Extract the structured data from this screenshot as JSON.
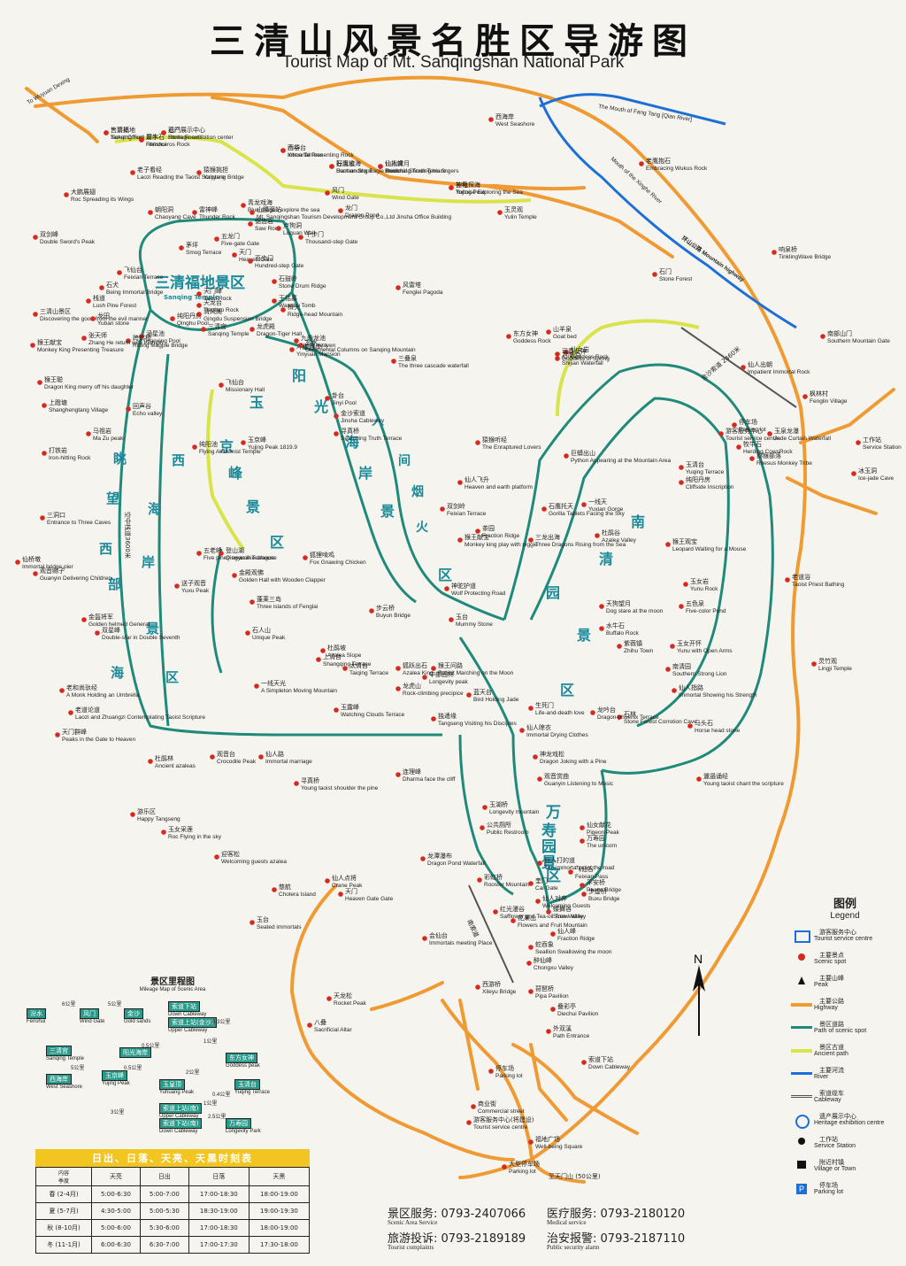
{
  "header": {
    "title_cn": "三清山风景名胜区导游图",
    "title_en": "Tourist Map of Mt. Sanqingshan National Park"
  },
  "map": {
    "areas": {
      "sanqing_blessed": "三清福地景区",
      "sanqing_blessed_sub": "Sanqing Temple",
      "yang_guang_hai_an": "阳光海岸景区",
      "yu_jing_feng": "玉京峰景区",
      "tiao_wang_xi_hai_an": "眺望西海岸景区",
      "nan_qing_yuan": "南清园景区",
      "wan_shou_yuan": "万寿园景区",
      "ren_jian_yan_huo": "人间烟火",
      "xi_hai_an": "西海岸",
      "kong_zhong_zhan_dao": "空中栈道3600米"
    },
    "highway_labels": {
      "huan_shan": "环山公路 Mountain highway",
      "to_wuyuan": "To Wuyuan Dexing",
      "to_wuyuan_cn": "向婺源、德兴",
      "zhi_tianmen": "至天门山 (50公里)",
      "fang_tang_river": "The Mouth of Fang Tang [Qian River]",
      "xinghe": "Mouth of the Xinghe River"
    },
    "spots": [
      {
        "cn": "售票处",
        "en": "Ticket Office"
      },
      {
        "cn": "汾水",
        "en": "Fenshui"
      },
      {
        "cn": "遗产展示中心",
        "en": "Heritage exhibition center"
      },
      {
        "cn": "西华台",
        "en": "Xihua Terrace"
      },
      {
        "cn": "好汉坡",
        "en": "Haohan Slope"
      },
      {
        "cn": "仙指峰",
        "en": "Immortal Showing his fingers"
      },
      {
        "cn": "神龟探海",
        "en": "Tortoise Exploring the Sea"
      },
      {
        "cn": "玉灵观",
        "en": "Yulin Temple"
      },
      {
        "cn": "老子看经",
        "en": "Laozi Reading the Taoist Scripture"
      },
      {
        "cn": "猿猴挑担",
        "en": "Yanyang Bridge"
      },
      {
        "cn": "大鹏展翅",
        "en": "Roc Spreading its Wings"
      },
      {
        "cn": "朝阳洞",
        "en": "Chaoyang Cave"
      },
      {
        "cn": "雷神峰",
        "en": "Thunder Rock"
      },
      {
        "cn": "双剑峰",
        "en": "Double Sword's Peak"
      },
      {
        "cn": "茅坪",
        "en": "Smog Terrace"
      },
      {
        "cn": "五龙门",
        "en": "Five-gate Gate"
      },
      {
        "cn": "天门",
        "en": "Heaven Gate"
      },
      {
        "cn": "飞仙台",
        "en": "Feixian Terrace"
      },
      {
        "cn": "风门",
        "en": "Wind Gate"
      },
      {
        "cn": "锯齿岩",
        "en": "Saw Rock"
      },
      {
        "cn": "卢狗洞",
        "en": "Luquan Well"
      },
      {
        "cn": "千步门",
        "en": "Thousand-step Gate"
      },
      {
        "cn": "百步门",
        "en": "Hundred-step Gate"
      },
      {
        "cn": "风雷塔",
        "en": "Fenglei Pagoda"
      },
      {
        "cn": "九曲龙池",
        "en": "Ninth Heaven"
      },
      {
        "cn": "冲虚百步门",
        "en": "Yinyuan Mansion"
      },
      {
        "cn": "龙虎殿",
        "en": "Dragon-Tiger Hall"
      },
      {
        "cn": "王祜墓",
        "en": "Wanghu Tomb"
      },
      {
        "cn": "纯阳丹房",
        "en": "Qinghu Pool"
      },
      {
        "cn": "涵星池",
        "en": "Hanxing Pool"
      },
      {
        "cn": "三清宫",
        "en": "Sanqing Temple"
      },
      {
        "cn": "猴王献宝",
        "en": "Monkey King Presenting Treasure"
      },
      {
        "cn": "跨鹤桥",
        "en": "Riding Magpie Bridge"
      },
      {
        "cn": "仙女岩",
        "en": "Goddess Rock"
      },
      {
        "cn": "猴王聪",
        "en": "Dragon King merry off his daughter"
      },
      {
        "cn": "上蹬塘",
        "en": "Shanghengtang Village"
      },
      {
        "cn": "回声谷",
        "en": "Echo valley"
      },
      {
        "cn": "马祖岩",
        "en": "Ma Zu peak"
      },
      {
        "cn": "打铁岩",
        "en": "Iron-hitting Rock"
      },
      {
        "cn": "三洞口",
        "en": "Entrance to Three Caves"
      },
      {
        "cn": "仙桥墩",
        "en": "Immortal bridge pier"
      },
      {
        "cn": "观音赐子",
        "en": "Guanyin Delivering Children"
      },
      {
        "cn": "送子观音",
        "en": "Yuxu Peak"
      },
      {
        "cn": "石门",
        "en": "Stone Forest"
      },
      {
        "cn": "巨蟒出山",
        "en": "Python Appearing at the Mountain Area"
      },
      {
        "cn": "司春女神",
        "en": "Goddess of Spring"
      },
      {
        "cn": "东方女神",
        "en": "Goddess Rock"
      },
      {
        "cn": "山羊泉",
        "en": "Goat bed"
      },
      {
        "cn": "石阅洞",
        "en": "Shijian Waterfall"
      },
      {
        "cn": "三叠泉",
        "en": "The three cascade waterfall"
      },
      {
        "cn": "猿猴听经",
        "en": "The Enraptured Lovers"
      },
      {
        "cn": "五老峰",
        "en": "Five pines swan like dragon"
      },
      {
        "cn": "玉京峰",
        "en": "Yujing Peak 1819.9"
      },
      {
        "cn": "寻真桥",
        "en": "Searching Truth Terrace"
      },
      {
        "cn": "仙人飞升",
        "en": "Heaven and earth platform"
      },
      {
        "cn": "猴王献宝",
        "en": "Monkey king play with piggie"
      },
      {
        "cn": "三龙出海",
        "en": "Three Dragons Rising from the Sea"
      },
      {
        "cn": "狐狸啃鸡",
        "en": "Fox Gnawing Chicken"
      },
      {
        "cn": "金殿观佛",
        "en": "Golden Hall with Wooden Clapper"
      },
      {
        "cn": "蓬莱三岛",
        "en": "Three islands of Fenglai"
      },
      {
        "cn": "石人山",
        "en": "Unique Peak"
      },
      {
        "cn": "神驼护道",
        "en": "Wolf Protecting Road"
      },
      {
        "cn": "步云桥",
        "en": "Buyun Bridge"
      },
      {
        "cn": "玉台",
        "en": "Mummy Stone"
      },
      {
        "cn": "一线天",
        "en": "Yuxian Gorge"
      },
      {
        "cn": "石鹰托天",
        "en": "Gorilla Tablets Facing the Sky"
      },
      {
        "cn": "猴王观宝",
        "en": "Leopard Waiting for a Mouse"
      },
      {
        "cn": "杜鹃谷",
        "en": "Azalea Valley"
      },
      {
        "cn": "天狗望月",
        "en": "Dog stare at the moon"
      },
      {
        "cn": "仙人指路",
        "en": "Immortal Showing his Strength"
      },
      {
        "cn": "玉女开怀",
        "en": "Yunu with Open Arms"
      },
      {
        "cn": "马头石",
        "en": "Horse head stone"
      },
      {
        "cn": "南清园",
        "en": "Southern Strong Lion"
      },
      {
        "cn": "邋遢诵经",
        "en": "Young taoist chant the scripture"
      },
      {
        "cn": "石林",
        "en": "Stone Forest Corrotion Cave"
      },
      {
        "cn": "龙吟台",
        "en": "Dragon-phoenix Terrace"
      },
      {
        "cn": "生死门",
        "en": "Life-and-death love"
      },
      {
        "cn": "仙人晾衣",
        "en": "Immortal Drying Clothes"
      },
      {
        "cn": "观音赏曲",
        "en": "Guanyin Listening to Music"
      },
      {
        "cn": "纯阳丹房",
        "en": "Cliffside Inscription"
      },
      {
        "cn": "神龙戏松",
        "en": "Dragon Joking with a Pine"
      },
      {
        "cn": "杜鹃林",
        "en": "Ancient azaleas"
      },
      {
        "cn": "观音台",
        "en": "Crocodile Peak"
      },
      {
        "cn": "仙人路",
        "en": "Immortal marriage"
      },
      {
        "cn": "寻真桥",
        "en": "Young taoist shoulder the pine"
      },
      {
        "cn": "连理峰",
        "en": "Dharma face the cliff"
      },
      {
        "cn": "独遣缘",
        "en": "Tangseng Visiting his Disciples"
      },
      {
        "cn": "玉露峰",
        "en": "Watching Clouds Terrace"
      },
      {
        "cn": "龙虎山",
        "en": "Rock-climbing precipice"
      },
      {
        "cn": "猴王问路",
        "en": "Rabbit Marching on the Moon"
      },
      {
        "cn": "仙人对弈",
        "en": "Welcoming Guests"
      },
      {
        "cn": "天门",
        "en": "Heaven Gate Gate"
      },
      {
        "cn": "仙人点将",
        "en": "Crane Peak"
      },
      {
        "cn": "慈航",
        "en": "Cholera Island"
      },
      {
        "cn": "玉台",
        "en": "Seated immortals"
      },
      {
        "cn": "天龙松",
        "en": "Rocket Peak"
      },
      {
        "cn": "八叠",
        "en": "Sacrificial Altar"
      },
      {
        "cn": "龙潭瀑布",
        "en": "Dragon Pond Waterfall"
      },
      {
        "cn": "彩虹桥",
        "en": "Rooster Mountain"
      },
      {
        "cn": "奎门",
        "en": "Cai Gate"
      },
      {
        "cn": "公共厕所",
        "en": "Public Restroom"
      },
      {
        "cn": "玉湖桥",
        "en": "Longevity mountain"
      },
      {
        "cn": "仙女献花",
        "en": "Pigeon Peak"
      },
      {
        "cn": "万寿园",
        "en": "The unicorn"
      },
      {
        "cn": "仙人打的道",
        "en": "The immortal point the road"
      },
      {
        "cn": "平安桥",
        "en": "Peace Bridge"
      },
      {
        "cn": "步虚桥",
        "en": "Buxu Bridge"
      },
      {
        "cn": "仙人峰",
        "en": "Fraction Ridge"
      },
      {
        "cn": "蛇吞象",
        "en": "Seallion Swallowing the moon"
      },
      {
        "cn": "醉仙峰",
        "en": "Chongxu Valley"
      },
      {
        "cn": "会仙台",
        "en": "Immortals meeting Place"
      },
      {
        "cn": "西游桥",
        "en": "Xileyu Bridge"
      },
      {
        "cn": "琵琶桥",
        "en": "Pipa Pavilion"
      },
      {
        "cn": "叠彩亭",
        "en": "Diechui Pavilion"
      },
      {
        "cn": "外双溪",
        "en": "Path Entrance"
      },
      {
        "cn": "索道下站",
        "en": "Down Cableway"
      },
      {
        "cn": "停车场",
        "en": "Parking lot"
      },
      {
        "cn": "商业街",
        "en": "Commercial street"
      },
      {
        "cn": "游客服务中心(将建设)",
        "en": "Tourist service centre"
      },
      {
        "cn": "福地广场",
        "en": "Well-being Square"
      },
      {
        "cn": "大型停车场",
        "en": "Parking lot"
      },
      {
        "cn": "响泉桥",
        "en": "TinklingWave Bridge"
      },
      {
        "cn": "南部山门",
        "en": "Southern Mountain Gate"
      },
      {
        "cn": "仙人出朝",
        "en": "Impatient Immortal Rock"
      },
      {
        "cn": "枫林村",
        "en": "Fenglin Village"
      },
      {
        "cn": "玉泉龙瀑",
        "en": "Jade Curtain Waterfall"
      },
      {
        "cn": "猕猴部落",
        "en": "Rhesus Monkey Tribe"
      },
      {
        "cn": "牧牛石",
        "en": "Herding CowsRock"
      },
      {
        "cn": "停车场",
        "en": "Parking lot"
      },
      {
        "cn": "游客服务中心",
        "en": "Tourist service centre"
      },
      {
        "cn": "工作站",
        "en": "Service Station"
      },
      {
        "cn": "冰玉洞",
        "en": "Ice-jade Cave"
      },
      {
        "cn": "灵竹观",
        "en": "Lingji Temple"
      },
      {
        "cn": "五色泉",
        "en": "Five-color Pond"
      },
      {
        "cn": "玉女岩",
        "en": "Yunu Rock"
      },
      {
        "cn": "水牛石",
        "en": "Buffalo Rock"
      },
      {
        "cn": "紫薇镇",
        "en": "Zhihu Town"
      },
      {
        "cn": "玉清台",
        "en": "Yuqing Terrace"
      },
      {
        "cn": "杜鹃坡",
        "en": "Azalea Slope"
      },
      {
        "cn": "上清台",
        "en": "Shangqing Terrace"
      },
      {
        "cn": "太清台",
        "en": "Taiqing Terrace"
      },
      {
        "cn": "狐跃出石",
        "en": "Azalea King"
      },
      {
        "cn": "中部园林",
        "en": "Longevity peak"
      },
      {
        "cn": "蓝天台",
        "en": "Bird Holding Jade"
      },
      {
        "cn": "一线天光",
        "en": "A Simpleton Moving Mountain"
      },
      {
        "cn": "老和尚驮经",
        "en": "A Monk Holding an Umbrella"
      },
      {
        "cn": "老道论道",
        "en": "Laozi and Zhuangzi Contemplating Taoist Scripture"
      },
      {
        "cn": "天门群峰",
        "en": "Peaks in the Gate to Heaven"
      },
      {
        "cn": "游乐区",
        "en": "Happy Tangseng"
      },
      {
        "cn": "玉女采莲",
        "en": "Roc Flying in the sky"
      },
      {
        "cn": "迎客松",
        "en": "Welcoming guests azalea"
      },
      {
        "cn": "双星峰",
        "en": "Double-star in Double Seventh"
      },
      {
        "cn": "金盔将军",
        "en": "Golden helmed General"
      },
      {
        "cn": "老道浴",
        "en": "Taoist Priest Bathing"
      },
      {
        "cn": "老鹰抱石",
        "en": "Embracing Wukus Rock"
      },
      {
        "cn": "西海岸",
        "en": "West Seashore"
      },
      {
        "cn": "龙门",
        "en": "Dragon Pond"
      },
      {
        "cn": "青龙戏海",
        "en": "Blue dragon explore the sea"
      },
      {
        "cn": "山腰驿站",
        "en": "Mt. Sanqingshan Tourism Development Group Co.,Ltd Jinsha Office Building"
      },
      {
        "cn": "石鼓岭",
        "en": "Stone Drum Ridge"
      },
      {
        "cn": "桥头",
        "en": "Ridge-head Mountain"
      },
      {
        "cn": "清风阁",
        "en": "Gingdu Suspension Bridge"
      },
      {
        "cn": "天龙台",
        "en": "Tianbao Rock"
      },
      {
        "cn": "天门峰",
        "en": "Jiexu Rock"
      },
      {
        "cn": "玄水",
        "en": "Ornamental Columns on Sanqing Mountain"
      },
      {
        "cn": "纯阳池",
        "en": "Flying Alchemist Temple"
      },
      {
        "cn": "飞仙台",
        "en": "Missionary Hall"
      },
      {
        "cn": "卦台",
        "en": "Jinyi Pool"
      },
      {
        "cn": "三清山景区",
        "en": "Discovering the good from the evil manner"
      },
      {
        "cn": "龙田",
        "en": "Yuban stone"
      },
      {
        "cn": "张天师",
        "en": "Zhang He return with triumph"
      },
      {
        "cn": "栈道",
        "en": "Lush Pine Forest"
      },
      {
        "cn": "石犬",
        "en": "Being Immortal Bridge"
      },
      {
        "cn": "红光漫谷",
        "en": "Safflower and Tea-oil Tree Valley"
      },
      {
        "cn": "蝶舞谷",
        "en": "Screw Valley"
      },
      {
        "cn": "花果山",
        "en": "Flowers and Fruit Mountain"
      },
      {
        "cn": "飞仙谷",
        "en": "Feixian Pass"
      },
      {
        "cn": "双剑岭",
        "en": "Feixian Terrace"
      },
      {
        "cn": "登山湖",
        "en": "Qingyuan Teahouse"
      },
      {
        "cn": "茶园",
        "en": "Fraction Ridge"
      },
      {
        "cn": "金沙索道",
        "en": "Jinsha Cableway"
      },
      {
        "cn": "三清福地",
        "en": "Sanqing Fudi"
      },
      {
        "cn": "犀牛石",
        "en": "Rhinoceros Rock"
      },
      {
        "cn": "石门",
        "en": "Stone Forest"
      },
      {
        "cn": "山谷",
        "en": "Immortal Presenting Rock"
      },
      {
        "cn": "石鹰出海",
        "en": "Surrounding Eagle Rock"
      },
      {
        "cn": "仙人赏月",
        "en": "Searching Truth Terrace"
      },
      {
        "cn": "五松",
        "en": "Yujing Peak"
      }
    ]
  },
  "legend": {
    "title_cn": "图例",
    "title_en": "Legend",
    "items": [
      {
        "cn": "游客服务中心",
        "en": "Tourist service centre",
        "symbol": "house-icon"
      },
      {
        "cn": "主要景点",
        "en": "Scenic spot",
        "symbol": "red-dot-icon"
      },
      {
        "cn": "主要山峰",
        "en": "Peak",
        "symbol": "peak-icon"
      },
      {
        "cn": "主要公路",
        "en": "Highway",
        "symbol": "orange-line"
      },
      {
        "cn": "景区道路",
        "en": "Path of scenic spot",
        "symbol": "green-line"
      },
      {
        "cn": "景区古道",
        "en": "Ancient path",
        "symbol": "yellow-line"
      },
      {
        "cn": "主要河流",
        "en": "River",
        "symbol": "blue-line"
      },
      {
        "cn": "索道缆车",
        "en": "Cableway",
        "symbol": "cableway-line"
      },
      {
        "cn": "遗产展示中心",
        "en": "Heritage exhibition centre",
        "symbol": "heritage-icon"
      },
      {
        "cn": "工作站",
        "en": "Service Station",
        "symbol": "black-dot-icon"
      },
      {
        "cn": "附近村镇",
        "en": "Village or Town",
        "symbol": "village-icon"
      },
      {
        "cn": "停车场",
        "en": "Parking lot",
        "symbol": "parking-icon"
      }
    ],
    "colors": {
      "highway": "#ef9a32",
      "path": "#1f8a7a",
      "ancient": "#d9e34a",
      "river": "#1b6fd6",
      "spot": "#d42a1f"
    }
  },
  "mileage": {
    "title_cn": "景区里程图",
    "title_en": "Mileage Map of Scenic Area",
    "stations": [
      {
        "cn": "汾水",
        "en": "Fenshui"
      },
      {
        "cn": "风门",
        "en": "Wind Gate"
      },
      {
        "cn": "金沙",
        "en": "Gold sands"
      },
      {
        "cn": "索道下站",
        "en": "Down Cableway"
      },
      {
        "cn": "索道上站(金沙)",
        "en": "Upper Cableway"
      },
      {
        "cn": "三清宫",
        "en": "Sanqing Temple"
      },
      {
        "cn": "阳光海岸",
        "en": ""
      },
      {
        "cn": "玉京峰",
        "en": "Yujing Peak"
      },
      {
        "cn": "东方女神",
        "en": "Goddess peak"
      },
      {
        "cn": "西海岸",
        "en": "West Seashore"
      },
      {
        "cn": "玉皇顶",
        "en": "Yuhuang Peak"
      },
      {
        "cn": "玉清台",
        "en": "Yuqing Terrace"
      },
      {
        "cn": "索道上站(南)",
        "en": "Upper Cableway"
      },
      {
        "cn": "索道下站(南)",
        "en": "Down Cableway"
      },
      {
        "cn": "万寿园",
        "en": "Longevity Park"
      }
    ],
    "distances": [
      "6公里",
      "5公里",
      "0.3公里",
      "0.5公里",
      "1公里",
      "5公里",
      "0.5公里",
      "2公里",
      "0.4公里",
      "1公里",
      "3公里",
      "2.5公里"
    ]
  },
  "sun_table": {
    "title": "日出、日落、天亮、天黑时刻表",
    "col_headers": [
      "天亮",
      "日出",
      "日落",
      "天黑"
    ],
    "corner_top": "内容",
    "corner_bottom": "季度",
    "rows": [
      {
        "season": "春 (2-4月)",
        "values": [
          "5:00-6:30",
          "5:00-7:00",
          "17:00-18:30",
          "18:00-19:00"
        ]
      },
      {
        "season": "夏 (5-7月)",
        "values": [
          "4:30-5:00",
          "5:00-5:30",
          "18:30-19:00",
          "19:00-19:30"
        ]
      },
      {
        "season": "秋 (8-10月)",
        "values": [
          "5:00-6:00",
          "5:30-6:00",
          "17:00-18:30",
          "18:00-19:00"
        ]
      },
      {
        "season": "冬 (11-1月)",
        "values": [
          "6:00-6:30",
          "6:30-7:00",
          "17:00-17:30",
          "17:30-18:00"
        ]
      }
    ]
  },
  "contacts": [
    {
      "label": "景区服务:",
      "number": "0793-2407066",
      "sub": "Scenic Area Service"
    },
    {
      "label": "医疗服务:",
      "number": "0793-2180120",
      "sub": "Medical service"
    },
    {
      "label": "旅游投诉:",
      "number": "0793-2189189",
      "sub": "Tourist complaints"
    },
    {
      "label": "治安报警:",
      "number": "0793-2187110",
      "sub": "Public security alarm"
    }
  ],
  "compass": {
    "north": "N"
  },
  "cableway_labels": {
    "jinsha": "金沙索道 2460米",
    "south": "南索道"
  }
}
